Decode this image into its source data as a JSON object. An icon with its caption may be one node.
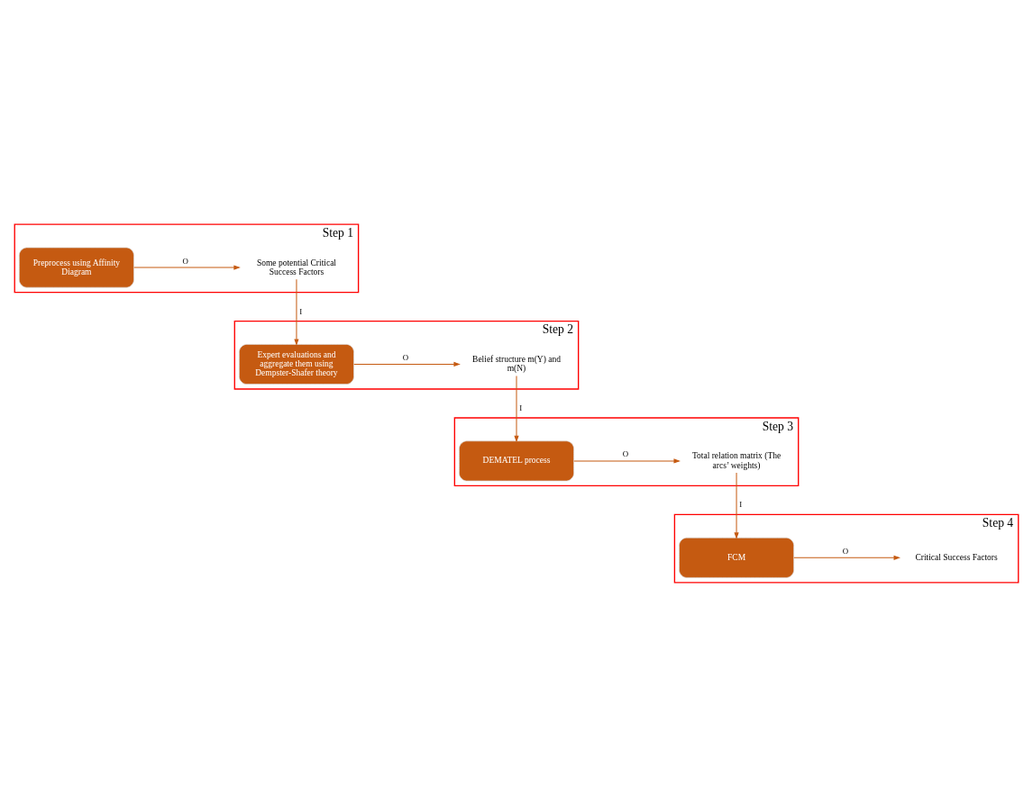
{
  "diagram": {
    "nodes": [
      {
        "text": [],
        "shape": "box",
        "beside": [
          "Step 1"
        ]
      },
      {
        "text": [
          "Preprocess using Affinity Diagram"
        ],
        "in": 0
      },
      {
        "text": [
          "Some potential Critical Success Factors"
        ],
        "in": 0
      },
      {
        "text": [],
        "shape": "box",
        "beside": [
          "Step 2"
        ]
      },
      {
        "text": [
          "Belief structure m(Y) and m(N)"
        ],
        "in": 3
      },
      {
        "text": [
          "Expert evaluations and aggregate them using Dempster-Shafer theory"
        ],
        "in": 3
      },
      {
        "text": [],
        "shape": "box",
        "beside": [
          "Step 3"
        ]
      },
      {
        "text": [
          "DEMATEL process"
        ],
        "in": 6
      },
      {
        "text": [
          "Total relation matrix (The arcs’ weights)"
        ],
        "in": 6
      },
      {
        "text": [],
        "shape": "box",
        "beside": [
          "Step 4"
        ]
      },
      {
        "text": [
          "Critical Success Factors"
        ],
        "in": 9
      },
      {
        "text": [
          "FCM"
        ],
        "in": 9
      }
    ],
    "edges": [
      {
        "from": 1,
        "to": 2,
        "arrow": "to",
        "label": "O"
      },
      {
        "from": 2,
        "to": 5,
        "arrow": "to",
        "label": "I"
      },
      {
        "from": 5,
        "to": 4,
        "arrow": "to",
        "label": "O"
      },
      {
        "from": 4,
        "to": 7,
        "arrow": "to",
        "label": "I"
      },
      {
        "from": 7,
        "to": 8,
        "arrow": "to",
        "label": "O"
      },
      {
        "from": 8,
        "to": 11,
        "arrow": "to",
        "label": "I"
      },
      {
        "from": 11,
        "to": 10,
        "arrow": "to",
        "label": "O"
      }
    ]
  }
}
